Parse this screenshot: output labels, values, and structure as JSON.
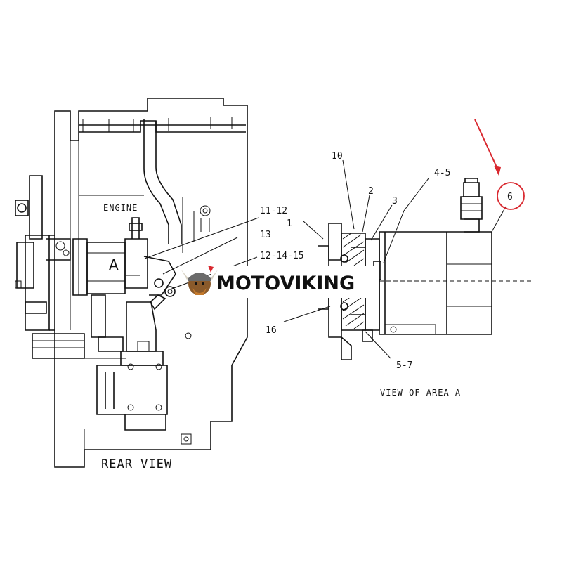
{
  "labels": {
    "engine": "ENGINE",
    "area_a": "A",
    "rear_view": "REAR VIEW",
    "view_of_area_a": "VIEW OF AREA A"
  },
  "callouts": {
    "c1": "1",
    "c2": "2",
    "c3": "3",
    "c4_5": "4-5",
    "c5_7": "5-7",
    "c6": "6",
    "c10": "10",
    "c11_12": "11-12",
    "c12_14_15": "12-14-15",
    "c13": "13",
    "c16": "16"
  },
  "watermark": {
    "text": "MOTOVIKING"
  },
  "colors": {
    "line": "#111111",
    "highlight": "#d9282f",
    "background": "#ffffff"
  }
}
